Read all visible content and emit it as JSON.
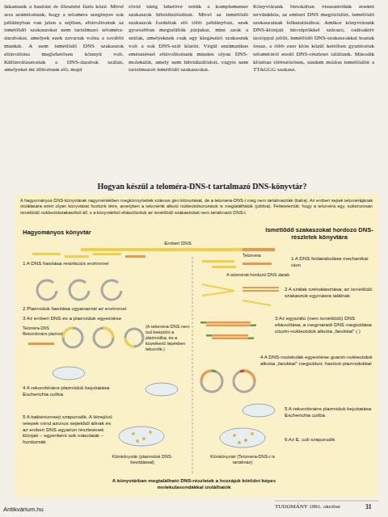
{
  "diagram": {
    "title": "Hogyan készül a teloméra-DNS-t tartalmazó DNS-könyvtár?",
    "caption": "A könyvtárban megtalálható DNS-részletek a hozzájuk kötődni képes molekulasondákkal izolálhatók",
    "nodes": [
      {
        "text": [
          "A hagyományos DNS-könyvtárak nagymértékben megkönnyítették számos gén klónozását, de a teloméra-DNS-t még nem tartalmazzák (balra). Az emberi sejtek telomérájának izolálására ezért olyan könyvtárat hoztunk létre, amelyben a telomérát alkotó nukleotidsorozatok is megtalálhatók (jobbra). Feltételeztük, hogy a teloméra egy, sokszorosan ismétlődő nukleotidszakaszból áll, s a könyvtárból eltávolítottuk az ismétlődő szakaszokat nem tartalmazó DNS-t."
        ]
      }
    ],
    "labels": [
      "ikkantunk a hasítási és illesztési fázis közé. Mivel arra számítottunk, hogy a teloméra szegényes sok példányban van jelen a sejtben, eltávolítottuk az ismétlődő szakaszokat nem tartalmazó teloméra-darabokat, amelyek ezek zavartak volna a további munkát. A nem ismétlődő DNS szakaszok eltávolítása meglehetősen könnyű volt. Különválasztottuk a DNS-darabok szálait, amelyeket mi állítottunk elő, majd",
      "rövid ideig lehetővé tettük a komplementer szakaszok hibridizálódását. Mivel az ismétlődő szakaszok fordultak elő több példányban, ezek gyorsabban megtalálták párjukat, mint azok a szálak, amelyeknek csak egy kiegészítő szakaszuk volt a sok DNS-szál között. Végül enzimatikus emésztéssel eltávolítottunk minden olyan DNS-molekulát, amely nem hibridizálódott, vagyis nem tartalmazott ismétlődő szakaszokat.",
      "Könyvtárunk birtokában visszatértünk eredeti tervünkhöz, az emberi DNS megtörődött, ismétlődő szakaszainak felkutatásához. Amikor könyvtárunk DNS-klónjait hírcsíptőkkel szárazó, radioaktív izotóppal jelölt, ismétlődő DNS-szakaszokkal hoztuk össze, a több ezer klón közül kettőben gyanítottuk telomérától eredő DNS-részletet találtunk. Második klónban többszörösen, tandem módon ismétlődött a TTAGGG szakasz.",
      "Hagyományos könyvtár",
      "Emberi DNS",
      "Ismétlődő szakaszokat hordozó DNS-részletek könyvtára",
      "1 A DNS hasítása restrikciós enzimmel",
      "2 Plazmidok hasítása ugyanazzal az enzimmel",
      "3 Az emberi DNS és a plazmidok egyesítése",
      "Teloméra-DNS",
      "Rekombináns plazmid",
      "(A teloméra-DNS nem tud beépülni a plazmidba, és a következő lépésben lebomlik.)",
      "4 A rekombináns plazmidok bejuttatása Escherichia coliba",
      "5 A baktériumsejt szaporodik. A létrejövő telepek mind azonos sejtekből állnak és az emberi DNS egyazon részletének klónjait – egyenként sok másolatát – hordozzák",
      "Klónkönyvtár (plazmidok DNS-betoldással)",
      "Teloméra",
      "1 A DNS feldarabolása mechanikai úton",
      "A telomérát hordozó DNS darab",
      "2 A szálak szétválasztása; az ismétlődő szakaszok egymásra találnak",
      "3 Az egyszálú (nem ismétlődő) DNS eltávolítása; a megmaradt DNS megtoldása citozin-nukleotidok alkotta „farokkal” ( )",
      "4 A DNS-molekulák egyesítése guanin-nukleotidok alkotta „farokkal” megtoldott, hasított plazmidokkal",
      "5 A rekombináns plazmidok bejuttatása Escherichia coliba",
      "6 Az E. coli szaporodik",
      "Klónkönyvtár (Teloméra-DNS-t is tartalmaz)",
      "TUDOMÁNY 1991. október",
      "31",
      "Antikvárium.hu"
    ]
  }
}
